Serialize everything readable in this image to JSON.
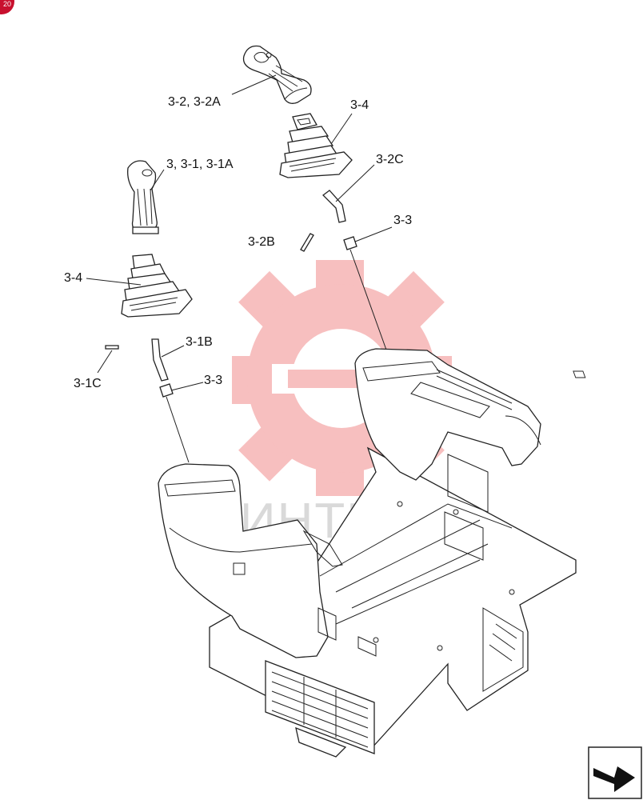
{
  "badge": {
    "text": "20",
    "color": "#c8102e"
  },
  "watermark": {
    "text": "ИНТЕХ",
    "gear_color": "#f28b8b"
  },
  "callouts": [
    {
      "id": "c-3-2",
      "text": "3-2, 3-2A"
    },
    {
      "id": "c-3-4-top",
      "text": "3-4"
    },
    {
      "id": "c-3-1",
      "text": "3, 3-1, 3-1A"
    },
    {
      "id": "c-3-2c",
      "text": "3-2C"
    },
    {
      "id": "c-3-3-right",
      "text": "3-3"
    },
    {
      "id": "c-3-2b",
      "text": "3-2B"
    },
    {
      "id": "c-3-4-left",
      "text": "3-4"
    },
    {
      "id": "c-3-1b",
      "text": "3-1B"
    },
    {
      "id": "c-3-1c",
      "text": "3-1C"
    },
    {
      "id": "c-3-3-left",
      "text": "3-3"
    }
  ],
  "nav": {
    "icon": "next-page-arrow-icon"
  }
}
